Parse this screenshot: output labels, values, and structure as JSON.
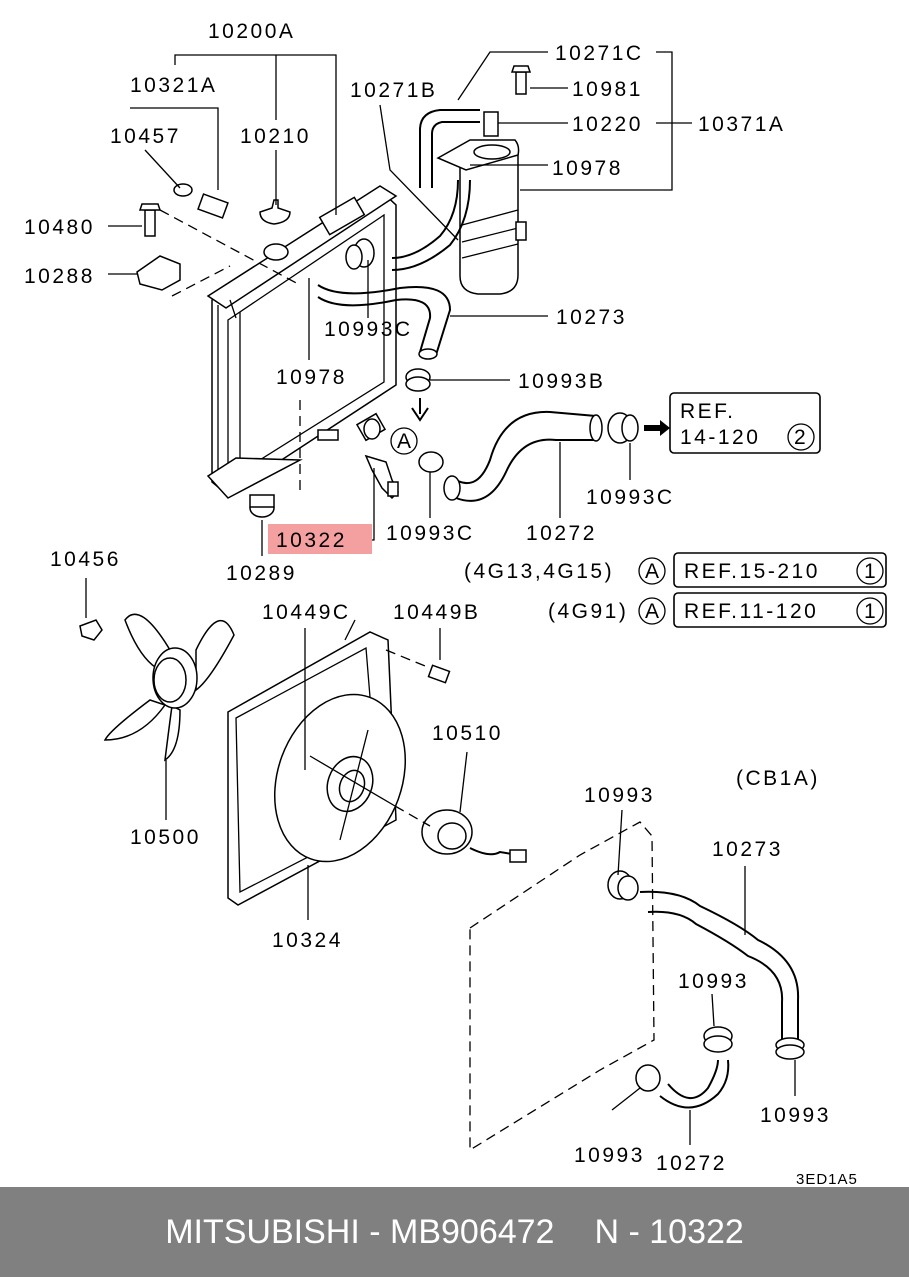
{
  "labels": {
    "p10200A": "10200A",
    "p10321A": "10321A",
    "p10457": "10457",
    "p10210": "10210",
    "p10480": "10480",
    "p10288": "10288",
    "p10993C_a": "10993C",
    "p10978_a": "10978",
    "p10271B": "10271B",
    "p10271C": "10271C",
    "p10981": "10981",
    "p10220": "10220",
    "p10371A": "10371A",
    "p10978_b": "10978",
    "p10273_a": "10273",
    "p10993B": "10993B",
    "p10993C_b": "10993C",
    "p10993C_c": "10993C",
    "p10272_a": "10272",
    "p10289": "10289",
    "p10322": "10322",
    "p10456": "10456",
    "p10449C": "10449C",
    "p10449B": "10449B",
    "p10510": "10510",
    "p10500": "10500",
    "p10324": "10324",
    "cb1a": "(CB1A)",
    "p10993_a": "10993",
    "p10273_b": "10273",
    "p10993_b": "10993",
    "p10993_c": "10993",
    "p10993_d": "10993",
    "p10272_b": "10272",
    "code": "3ED1A5"
  },
  "refs": {
    "main": {
      "line1": "REF.",
      "line2": "14-120",
      "circle": "2"
    },
    "engine1": {
      "engine": "(4G13,4G15)",
      "circle_letter": "A",
      "ref": "REF.15-210",
      "circle": "1"
    },
    "engine2": {
      "engine": "(4G91)",
      "circle_letter": "A",
      "ref": "REF.11-120",
      "circle": "1"
    },
    "marker_a": "A"
  },
  "highlight": {
    "part": "10322",
    "color": "#f4a0a0"
  },
  "footer": {
    "brand": "MITSUBISHI",
    "separator1": " - ",
    "part_number": "MB906472",
    "n_label": "N",
    "separator2": " - ",
    "ref_number": "10322",
    "background": "#808080"
  }
}
